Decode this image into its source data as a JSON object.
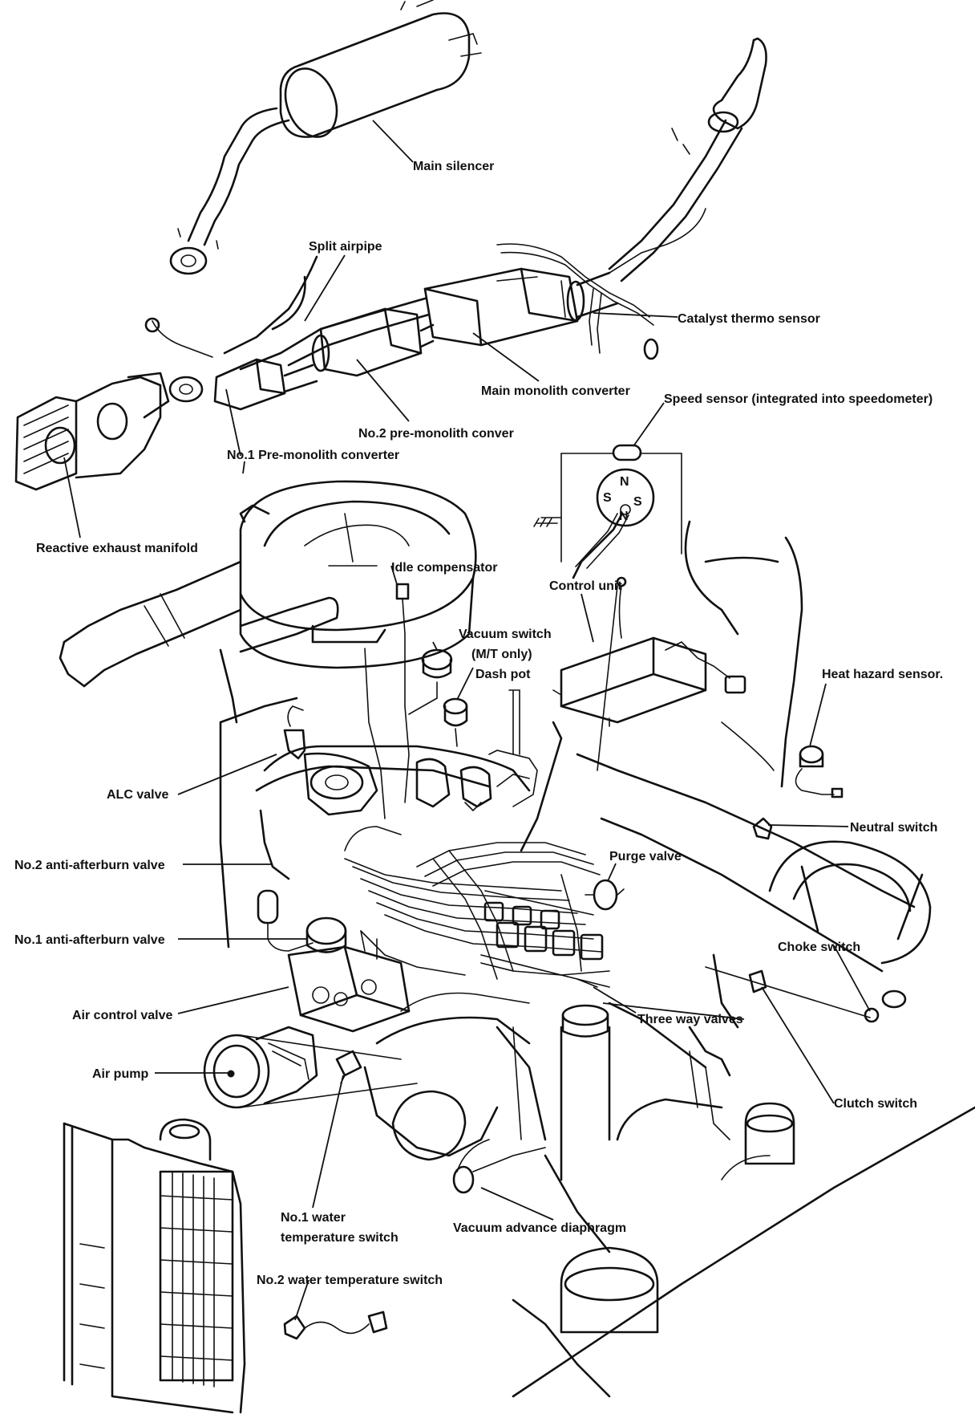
{
  "labels": {
    "main_silencer": "Main silencer",
    "split_airpipe": "Split airpipe",
    "catalyst_thermo_sensor": "Catalyst thermo sensor",
    "main_monolith_converter": "Main monolith converter",
    "speed_sensor": "Speed sensor (integrated into speedometer)",
    "no2_pre_monolith": "No.2 pre-monolith conver",
    "no1_pre_monolith": "No.1 Pre-monolith converter",
    "reactive_exhaust_manifold": "Reactive exhaust manifold",
    "idle_compensator": "Idle compensator",
    "control_unit": "Control unit",
    "vacuum_switch": "Vacuum switch",
    "vacuum_switch_note": "(M/T only)",
    "dash_pot": "Dash pot",
    "heat_hazard_sensor": "Heat hazard sensor.",
    "alc_valve": "ALC valve",
    "neutral_switch": "Neutral switch",
    "no2_anti_afterburn_valve": "No.2 anti-afterburn valve",
    "purge_valve": "Purge valve",
    "no1_anti_afterburn_valve": "No.1 anti-afterburn valve",
    "choke_switch": "Choke switch",
    "air_control_valve": "Air control valve",
    "three_way_valves": "Three way valves",
    "air_pump": "Air pump",
    "clutch_switch": "Clutch switch",
    "no1_water_temp_switch_l1": "No.1 water",
    "no1_water_temp_switch_l2": "temperature switch",
    "vacuum_advance_diaphragm": "Vacuum advance diaphragm",
    "no2_water_temp_switch": "No.2 water temperature switch"
  },
  "magnet_poles": {
    "n_top": "N",
    "s_left": "S",
    "s_right": "S",
    "n_bottom": "N"
  }
}
